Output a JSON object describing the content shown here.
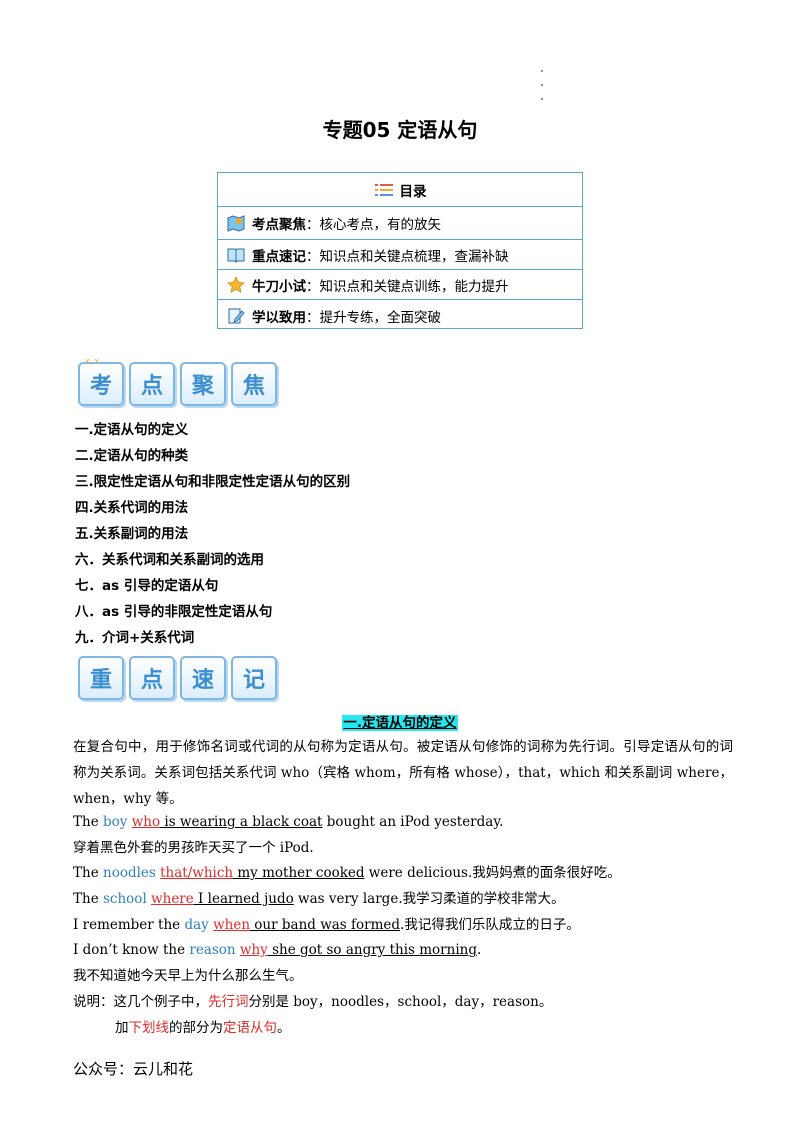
{
  "title": "专题05  定语从句",
  "toc": {
    "heading": "目录",
    "items": [
      {
        "key": "考点聚焦",
        "desc": "：核心考点，有的放矢"
      },
      {
        "key": "重点速记",
        "desc": "：知识点和关键点梳理，查漏补缺"
      },
      {
        "key": "牛刀小试",
        "desc": "：知识点和关键点训练，能力提升"
      },
      {
        "key": "学以致用",
        "desc": "：提升专练，全面突破"
      }
    ]
  },
  "banner1": [
    "考",
    "点",
    "聚",
    "焦"
  ],
  "banner2": [
    "重",
    "点",
    "速",
    "记"
  ],
  "outline": [
    "一.定语从句的定义",
    "二.定语从句的种类",
    "三.限定性定语从句和非限定性定语从句的区别",
    "四.关系代词的用法",
    "五.关系副词的用法",
    "六．关系代词和关系副词的选用",
    "七．as 引导的定语从句",
    "八．as 引导的非限定性定语从句",
    "九．介词+关系代词"
  ],
  "section_head": "一.定语从句的定义",
  "intro": "在复合句中，用于修饰名词或代词的从句称为定语从句。被定语从句修饰的词称为先行词。引导定语从句的词称为关系词。关系词包括关系代词 who（宾格 whom，所有格 whose），that，which 和关系副词 where，when，why 等。",
  "examples": {
    "e1": {
      "pre": "The",
      "antecedent": "boy",
      "rel": "who",
      "clause": " is wearing a black coat",
      "post": " bought an iPod yesterday."
    },
    "e1_cn": "穿着黑色外套的男孩昨天买了一个 iPod.",
    "e2": {
      "pre": "The",
      "antecedent": "noodles",
      "rel": "that/which",
      "clause": " my mother cooked",
      "post": " were delicious.我妈妈煮的面条很好吃。"
    },
    "e3": {
      "pre": "The",
      "antecedent": "school",
      "rel": "where",
      "clause": " I learned judo",
      "post": " was very large.我学习柔道的学校非常大。"
    },
    "e4": {
      "pre": "I remember the",
      "antecedent": "day",
      "rel": "when",
      "clause": " our band was formed",
      "post": ".我记得我们乐队成立的日子。"
    },
    "e5": {
      "pre": "I don’t know the",
      "antecedent": "reason",
      "rel": "why",
      "clause": " she got so angry this morning",
      "post": "."
    },
    "e5_cn": "我不知道她今天早上为什么那么生气。"
  },
  "note": {
    "prefix": "说明：这几个例子中，",
    "hl1": "先行词",
    "mid": "分别是 boy，noodles，school，day，reason。",
    "line2_pre": "加",
    "hl2": "下划线",
    "line2_mid": "的部分为",
    "hl3": "定语从句",
    "line2_end": "。"
  },
  "footer": "公众号：云儿和花",
  "colors": {
    "border": "#5aa9c9",
    "antecedent": "#2e7fc1",
    "relative": "#e02b2b",
    "highlight": "#26e7f0",
    "tile": "#3a8ed1"
  }
}
